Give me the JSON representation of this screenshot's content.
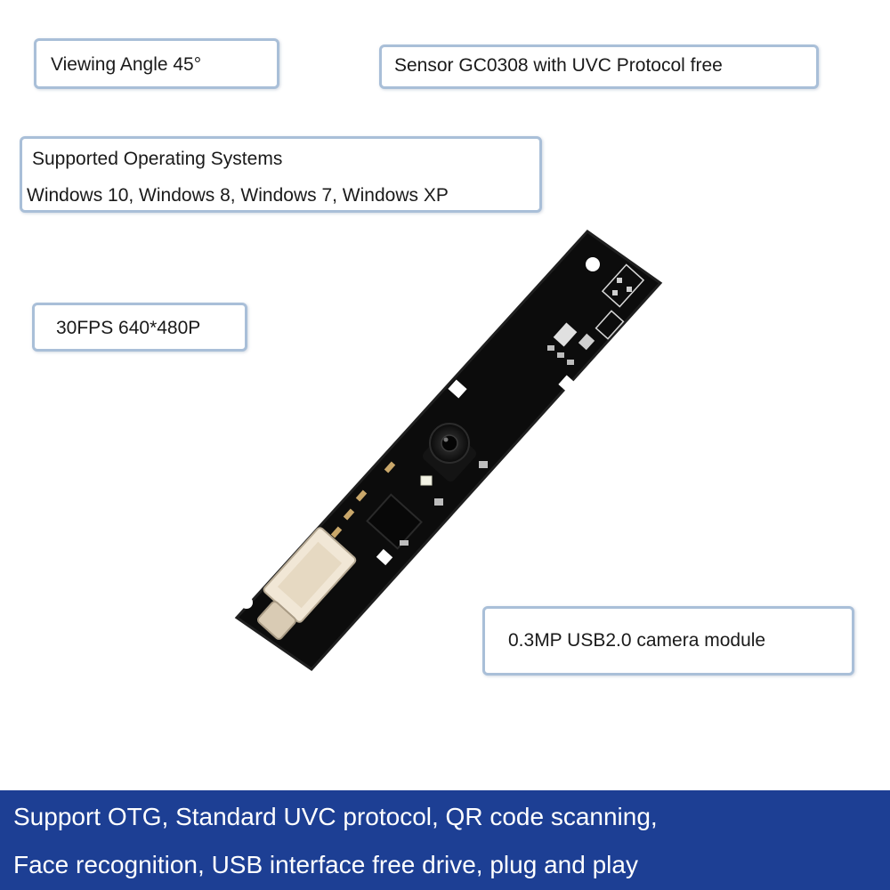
{
  "callouts": {
    "viewing_angle": "Viewing Angle  45°",
    "sensor": "Sensor GC0308 with UVC Protocol free",
    "os_title": "Supported Operating Systems",
    "os_list": "Windows 10, Windows 8, Windows 7, Windows XP",
    "fps": "30FPS 640*480P",
    "module": "0.3MP USB2.0 camera module"
  },
  "footer": {
    "line1": "Support OTG, Standard UVC protocol, QR code scanning,",
    "line2": "Face recognition, USB interface free drive, plug and play"
  },
  "colors": {
    "callout_border": "#a9bfd8",
    "footer_background": "#1d3f94",
    "board": "#111111"
  }
}
